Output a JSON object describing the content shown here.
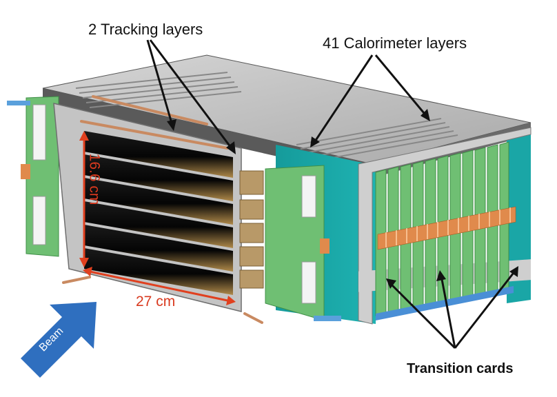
{
  "labels": {
    "tracking": "2 Tracking layers",
    "calorimeter": "41 Calorimeter layers",
    "transition": "Transition cards",
    "width": "27 cm",
    "height": "16.6 cm",
    "beam": "Beam"
  },
  "colors": {
    "teal": "#1aa6a6",
    "green_board": "#6fbf73",
    "red_dim": "#e0401f",
    "beam_arrow": "#2f6fbf",
    "copper": "#e08a4c"
  }
}
